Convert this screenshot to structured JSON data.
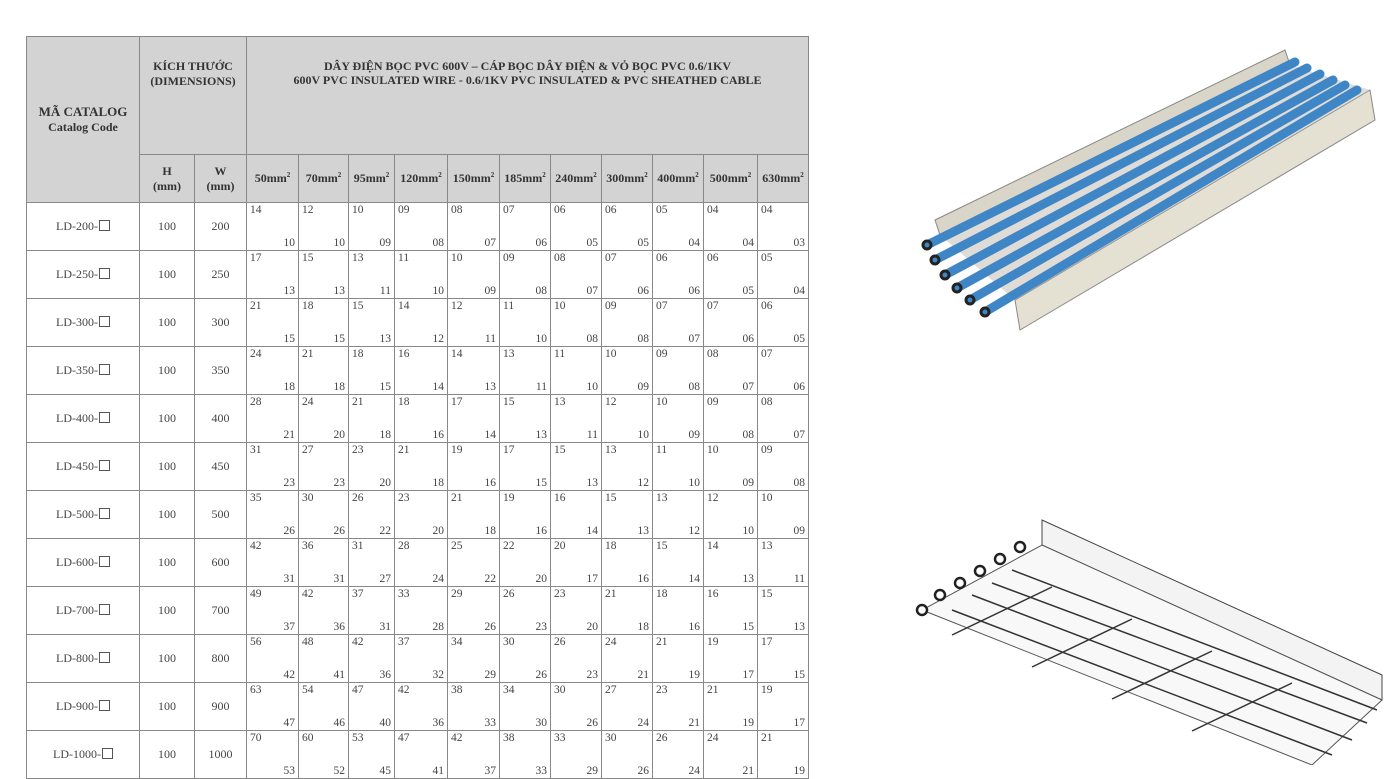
{
  "header": {
    "code_vi": "MÃ CATALOG",
    "code_en": "Catalog Code",
    "dims_vi": "KÍCH THƯỚC",
    "dims_en": "(DIMENSIONS)",
    "cable_vi": "DÂY ĐIỆN BỌC PVC 600V – CÁP BỌC DÂY ĐIỆN & VỎ BỌC PVC 0.6/1KV",
    "cable_en": "600V PVC INSULATED WIRE - 0.6/1KV PVC INSULATED & PVC SHEATHED CABLE",
    "h_label": "H",
    "w_label": "W",
    "unit": "(mm)",
    "sizes": [
      "50mm",
      "70mm",
      "95mm",
      "120mm",
      "150mm",
      "185mm",
      "240mm",
      "300mm",
      "400mm",
      "500mm",
      "630mm"
    ],
    "sup": "2"
  },
  "rows": [
    {
      "code": "LD-200-",
      "h": "100",
      "w": "200",
      "top": [
        "14",
        "12",
        "10",
        "09",
        "08",
        "07",
        "06",
        "06",
        "05",
        "04",
        "04"
      ],
      "bottom": [
        "10",
        "10",
        "09",
        "08",
        "07",
        "06",
        "05",
        "05",
        "04",
        "04",
        "03"
      ]
    },
    {
      "code": "LD-250-",
      "h": "100",
      "w": "250",
      "top": [
        "17",
        "15",
        "13",
        "11",
        "10",
        "09",
        "08",
        "07",
        "06",
        "06",
        "05"
      ],
      "bottom": [
        "13",
        "13",
        "11",
        "10",
        "09",
        "08",
        "07",
        "06",
        "06",
        "05",
        "04"
      ]
    },
    {
      "code": "LD-300-",
      "h": "100",
      "w": "300",
      "top": [
        "21",
        "18",
        "15",
        "14",
        "12",
        "11",
        "10",
        "09",
        "07",
        "07",
        "06"
      ],
      "bottom": [
        "15",
        "15",
        "13",
        "12",
        "11",
        "10",
        "08",
        "08",
        "07",
        "06",
        "05"
      ]
    },
    {
      "code": "LD-350-",
      "h": "100",
      "w": "350",
      "top": [
        "24",
        "21",
        "18",
        "16",
        "14",
        "13",
        "11",
        "10",
        "09",
        "08",
        "07"
      ],
      "bottom": [
        "18",
        "18",
        "15",
        "14",
        "13",
        "11",
        "10",
        "09",
        "08",
        "07",
        "06"
      ]
    },
    {
      "code": "LD-400-",
      "h": "100",
      "w": "400",
      "top": [
        "28",
        "24",
        "21",
        "18",
        "17",
        "15",
        "13",
        "12",
        "10",
        "09",
        "08"
      ],
      "bottom": [
        "21",
        "20",
        "18",
        "16",
        "14",
        "13",
        "11",
        "10",
        "09",
        "08",
        "07"
      ]
    },
    {
      "code": "LD-450-",
      "h": "100",
      "w": "450",
      "top": [
        "31",
        "27",
        "23",
        "21",
        "19",
        "17",
        "15",
        "13",
        "11",
        "10",
        "09"
      ],
      "bottom": [
        "23",
        "23",
        "20",
        "18",
        "16",
        "15",
        "13",
        "12",
        "10",
        "09",
        "08"
      ]
    },
    {
      "code": "LD-500-",
      "h": "100",
      "w": "500",
      "top": [
        "35",
        "30",
        "26",
        "23",
        "21",
        "19",
        "16",
        "15",
        "13",
        "12",
        "10"
      ],
      "bottom": [
        "26",
        "26",
        "22",
        "20",
        "18",
        "16",
        "14",
        "13",
        "12",
        "10",
        "09"
      ]
    },
    {
      "code": "LD-600-",
      "h": "100",
      "w": "600",
      "top": [
        "42",
        "36",
        "31",
        "28",
        "25",
        "22",
        "20",
        "18",
        "15",
        "14",
        "13"
      ],
      "bottom": [
        "31",
        "31",
        "27",
        "24",
        "22",
        "20",
        "17",
        "16",
        "14",
        "13",
        "11"
      ]
    },
    {
      "code": "LD-700-",
      "h": "100",
      "w": "700",
      "top": [
        "49",
        "42",
        "37",
        "33",
        "29",
        "26",
        "23",
        "21",
        "18",
        "16",
        "15"
      ],
      "bottom": [
        "37",
        "36",
        "31",
        "28",
        "26",
        "23",
        "20",
        "18",
        "16",
        "15",
        "13"
      ]
    },
    {
      "code": "LD-800-",
      "h": "100",
      "w": "800",
      "top": [
        "56",
        "48",
        "42",
        "37",
        "34",
        "30",
        "26",
        "24",
        "21",
        "19",
        "17"
      ],
      "bottom": [
        "42",
        "41",
        "36",
        "32",
        "29",
        "26",
        "23",
        "21",
        "19",
        "17",
        "15"
      ]
    },
    {
      "code": "LD-900-",
      "h": "100",
      "w": "900",
      "top": [
        "63",
        "54",
        "47",
        "42",
        "38",
        "34",
        "30",
        "27",
        "23",
        "21",
        "19"
      ],
      "bottom": [
        "47",
        "46",
        "40",
        "36",
        "33",
        "30",
        "26",
        "24",
        "21",
        "19",
        "17"
      ]
    },
    {
      "code": "LD-1000-",
      "h": "100",
      "w": "1000",
      "top": [
        "70",
        "60",
        "53",
        "47",
        "42",
        "38",
        "33",
        "30",
        "26",
        "24",
        "21"
      ],
      "bottom": [
        "53",
        "52",
        "45",
        "41",
        "37",
        "33",
        "29",
        "26",
        "24",
        "21",
        "19"
      ]
    }
  ],
  "colors": {
    "header_bg": "#d3d3d3",
    "cable_blue": "#3f86c6"
  }
}
